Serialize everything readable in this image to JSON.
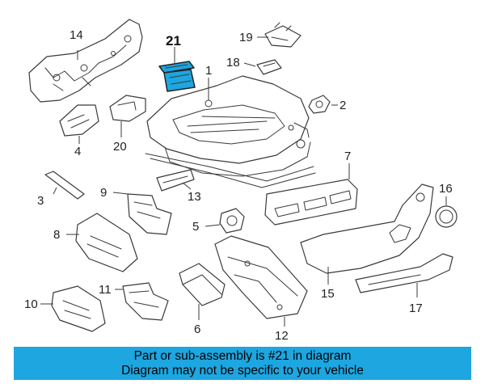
{
  "callouts": {
    "p1": "1",
    "p2": "2",
    "p3": "3",
    "p4": "4",
    "p5": "5",
    "p6": "6",
    "p7": "7",
    "p8": "8",
    "p9": "9",
    "p10": "10",
    "p11": "11",
    "p12": "12",
    "p13": "13",
    "p14": "14",
    "p15": "15",
    "p16": "16",
    "p17": "17",
    "p18": "18",
    "p19": "19",
    "p20": "20",
    "p21": "21"
  },
  "highlight": {
    "part": "21",
    "color": "#1da6e0"
  },
  "banner": {
    "line1": "Part or sub-assembly is #21 in diagram",
    "line2": "Diagram may not be specific to your vehicle",
    "background": "#1da6e0"
  }
}
